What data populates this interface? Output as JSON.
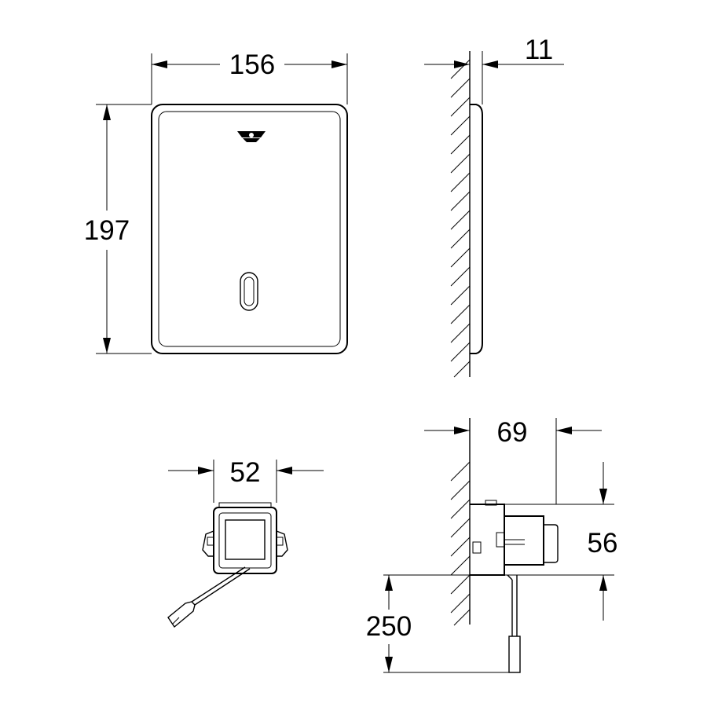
{
  "dimensions": {
    "front_width": "156",
    "front_height": "197",
    "side_depth": "11",
    "module_width": "52",
    "module_depth": "69",
    "module_height": "56",
    "cable_length": "250"
  },
  "colors": {
    "ink": "#000000",
    "background": "#ffffff"
  },
  "icons": [
    "brand-logo-icon",
    "sensor-window-icon"
  ]
}
